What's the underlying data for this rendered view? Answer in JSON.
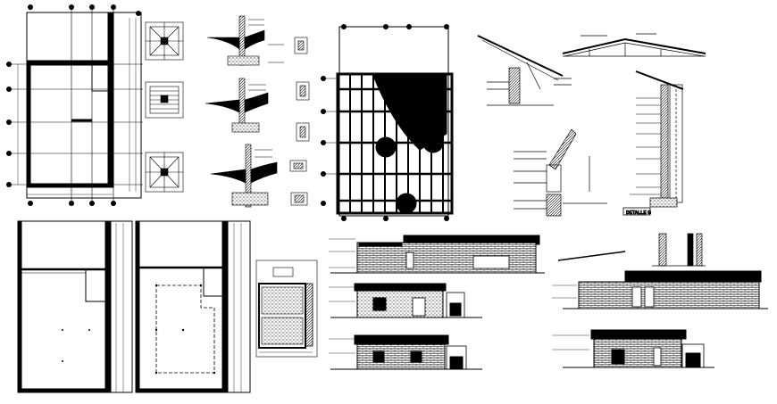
{
  "drawing": {
    "background": "#ffffff",
    "ink": "#000000",
    "detail_tag": "DETALLE G",
    "panels": [
      {
        "id": "floor-plan-top"
      },
      {
        "id": "section-details-column"
      },
      {
        "id": "wall-details-column"
      },
      {
        "id": "roof-framing-plan"
      },
      {
        "id": "roof-truss-details"
      },
      {
        "id": "wall-section-detail"
      },
      {
        "id": "floor-plan-lower-left"
      },
      {
        "id": "floor-plan-lower-middle"
      },
      {
        "id": "bathroom-plan"
      },
      {
        "id": "elevations-center"
      },
      {
        "id": "elevations-right"
      }
    ]
  }
}
